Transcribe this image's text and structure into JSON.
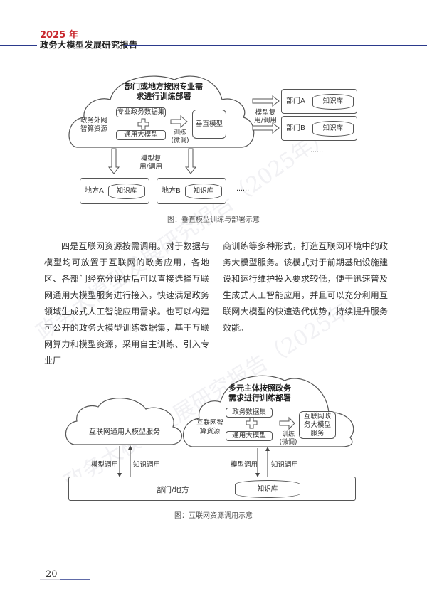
{
  "header": {
    "year": "2025 年",
    "title": "政务大模型发展研究报告"
  },
  "watermark": "政务大模型发展研究报告（2025年）",
  "figure1": {
    "cloud_title": "部门或地方按照专业需求进行训练部署",
    "compute": "政务外网智算资源",
    "dataset": "专业政务数据集",
    "plus": "+",
    "base_model": "通用大模型",
    "train": "训练(微调)",
    "vertical_model": "垂直模型",
    "reuse_right": "模型复用/调用",
    "reuse_down": "模型复用/调用",
    "dept_a": "部门A",
    "dept_b": "部门B",
    "kb": "知识库",
    "local_a": "地方A",
    "local_b": "地方B",
    "ellipsis": "......",
    "caption": "图：垂直模型训练与部署示意"
  },
  "body": {
    "left": "四是互联网资源按需调用。对于数据与模型均可放置于互联网的政务应用，各地区、各部门经充分评估后可以直接选择互联网通用大模型服务进行接入，快速满足政务领域生成式人工智能应用需求。也可以构建可公开的政务大模型训练数据集，基于互联网算力和模型资源，采用自主训练、引入专业厂",
    "right": "商训练等多种形式，打造互联网环境中的政务大模型服务。该模式对于前期基础设施建设和运行维护投入要求较低，便于迅速普及生成式人工智能应用，并且可以充分利用互联网大模型的快速迭代优势，持续提升服务效能。"
  },
  "figure2": {
    "left_cloud": "互联网通用大模型服务",
    "right_cloud_title": "多元主体按照政务需求进行训练部署",
    "compute": "互联网智算资源",
    "dataset": "政务数据集",
    "base_model": "通用大模型",
    "train": "训练(微调)",
    "service": "互联网政务大模型服务",
    "model_call_left": "模型调用",
    "knowledge_call_left": "知识调用",
    "model_call_right": "模型调用",
    "knowledge_call_right": "知识调用",
    "dept_local": "部门/地方",
    "kb": "知识库",
    "caption": "图：互联网资源调用示意"
  },
  "footer": {
    "page_number": "20"
  }
}
